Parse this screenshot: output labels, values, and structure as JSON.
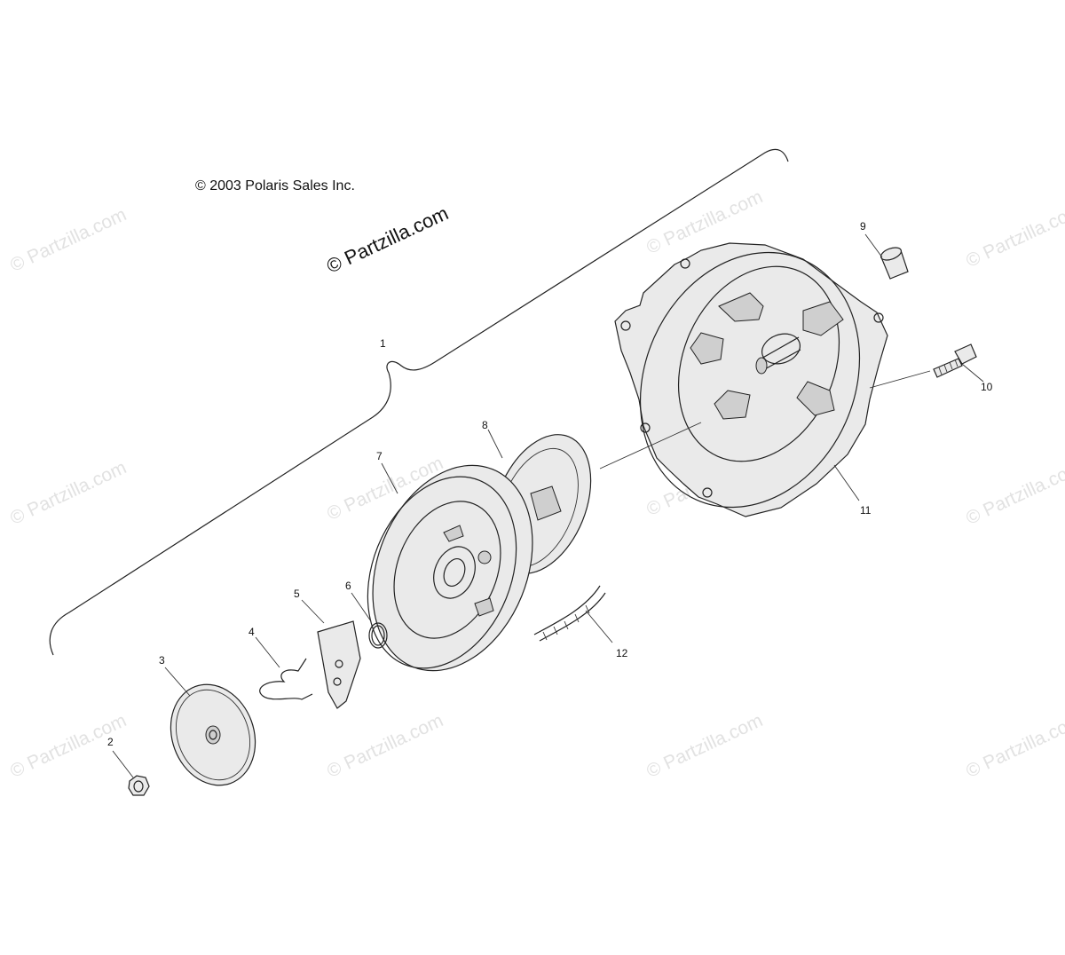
{
  "copyright": "© 2003 Polaris Sales Inc.",
  "site_mark": "© Partzilla.com",
  "watermark_text": "© Partzilla.com",
  "callouts": [
    "1",
    "2",
    "3",
    "4",
    "5",
    "6",
    "7",
    "8",
    "9",
    "10",
    "11",
    "12"
  ],
  "colors": {
    "line": "#222222",
    "watermark": "#e2e2e2",
    "background": "#ffffff"
  }
}
